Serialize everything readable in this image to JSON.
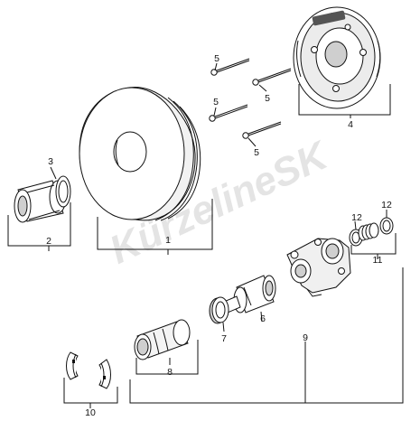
{
  "watermark": "KürzelineSK",
  "labels": {
    "p1": "1",
    "p2": "2",
    "p3": "3",
    "p4": "4",
    "p5a": "5",
    "p5b": "5",
    "p5c": "5",
    "p5d": "5",
    "p6": "6",
    "p7": "7",
    "p8": "8",
    "p9": "9",
    "p10": "10",
    "p11": "11",
    "p12a": "12",
    "p12b": "12"
  },
  "colors": {
    "line": "#111111",
    "background": "#ffffff",
    "watermark": "#e4e4e4",
    "part_fill": "#ffffff",
    "part_shade": "#d9d9d9"
  }
}
